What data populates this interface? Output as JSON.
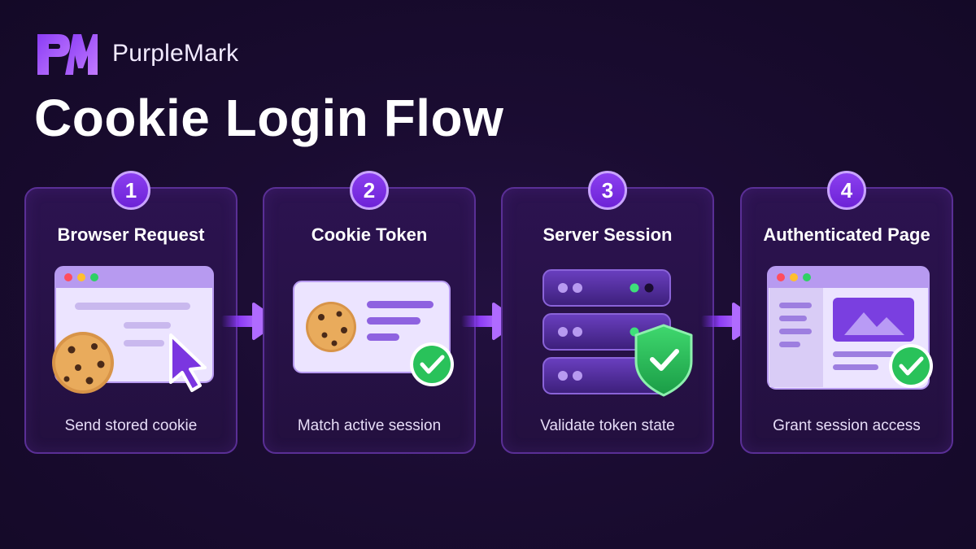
{
  "brand": {
    "name": "PurpleMark",
    "logo_text": "PM"
  },
  "title": "Cookie Login Flow",
  "colors": {
    "accent": "#7b2ff0",
    "check_green": "#29c25a",
    "background": "#1a0c31"
  },
  "steps": [
    {
      "number": "1",
      "title": "Browser Request",
      "caption": "Send stored cookie",
      "icon": "browser-cookie-cursor-icon"
    },
    {
      "number": "2",
      "title": "Cookie Token",
      "caption": "Match active session",
      "icon": "cookie-token-check-icon"
    },
    {
      "number": "3",
      "title": "Server Session",
      "caption": "Validate token state",
      "icon": "server-shield-check-icon"
    },
    {
      "number": "4",
      "title": "Authenticated Page",
      "caption": "Grant session access",
      "icon": "authenticated-page-check-icon"
    }
  ]
}
